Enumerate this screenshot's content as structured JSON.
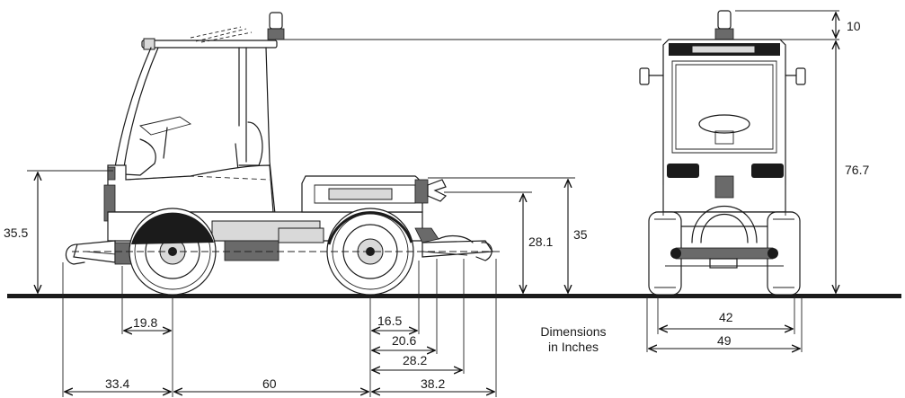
{
  "note": {
    "line1": "Dimensions",
    "line2": "in Inches"
  },
  "dimensions": {
    "beacon_height": "10",
    "overall_height": "76.7",
    "front_hitch_height": "35.5",
    "rear_hitch_low_height": "28.1",
    "rear_hitch_high_height": "35",
    "front_overhang_19": "19.8",
    "front_overhang_33": "33.4",
    "wheelbase": "60",
    "rear_overhang_38": "38.2",
    "rear_offset_16": "16.5",
    "rear_offset_20": "20.6",
    "rear_offset_28": "28.2",
    "track_width": "42",
    "overall_width": "49"
  }
}
